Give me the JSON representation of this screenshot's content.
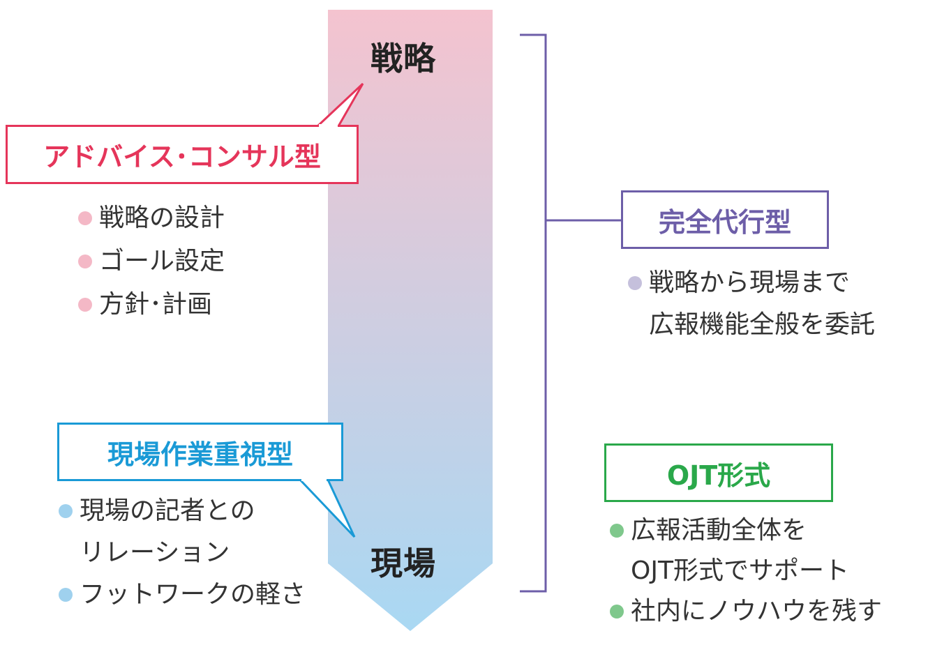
{
  "axis": {
    "top_label": "戦略",
    "bottom_label": "現場"
  },
  "advice": {
    "title": "アドバイス･コンサル型",
    "color": "#e5355a",
    "bullet_color": "#f4b8c6",
    "items": [
      "戦略の設計",
      "ゴール設定",
      "方針･計画"
    ]
  },
  "field": {
    "title": "現場作業重視型",
    "color": "#1a9ad6",
    "bullet_color": "#9fd1ee",
    "items": [
      "現場の記者との",
      "リレーション",
      "フットワークの軽さ"
    ]
  },
  "full": {
    "title": "完全代行型",
    "color": "#6d5ea8",
    "bullet_color": "#c5c0dc",
    "items": [
      "戦略から現場まで",
      "広報機能全般を委託"
    ]
  },
  "ojt": {
    "title": "OJT形式",
    "color": "#2aa84a",
    "bullet_color": "#7fc88c",
    "items": [
      "広報活動全体を",
      "OJT形式でサポート",
      "社内にノウハウを残す"
    ]
  },
  "arrow_gradient": {
    "top": "#f4c3cf",
    "bottom": "#a9d8f3"
  }
}
